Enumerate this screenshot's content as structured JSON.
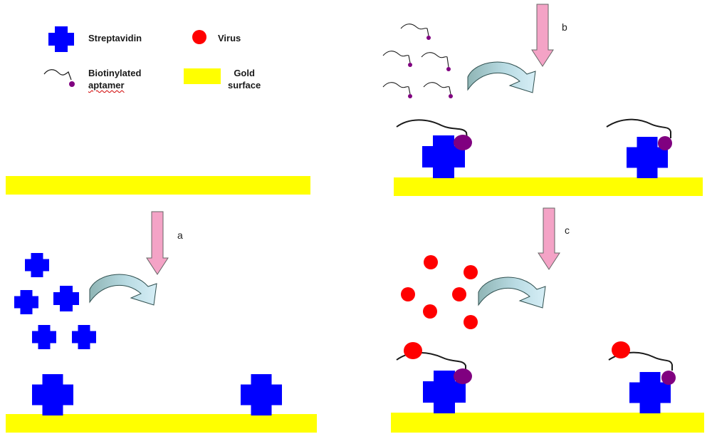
{
  "legend": {
    "streptavidin": "Streptavidin",
    "virus": "Virus",
    "aptamer_line1": "Biotinylated",
    "aptamer_line2": "aptamer",
    "gold_line1": "Gold",
    "gold_line2": "surface"
  },
  "steps": {
    "a": "a",
    "b": "b",
    "c": "c"
  },
  "colors": {
    "streptavidin": "#0000ff",
    "virus": "#ff0000",
    "gold": "#ffff00",
    "biotin": "#800080",
    "step_arrow": "#f4a3c6",
    "curved_arrow_light": "#cce8f0",
    "curved_arrow_dark": "#8fb5b5",
    "aptamer_line": "#1a1a1a"
  },
  "icons": {
    "streptavidin": "cross-shape",
    "virus": "red-circle",
    "aptamer": "wavy-line-with-dot",
    "gold": "yellow-bar",
    "step": "down-arrow",
    "reaction": "curved-arrow"
  }
}
